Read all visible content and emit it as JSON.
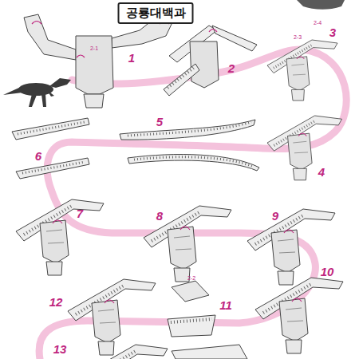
{
  "diagram": {
    "title": "공룡대백과",
    "labels": [
      "1",
      "2",
      "3",
      "4",
      "5",
      "6",
      "7",
      "8",
      "9",
      "10",
      "11",
      "12",
      "13",
      "2-1",
      "2-4",
      "2-3",
      "2-2"
    ]
  }
}
